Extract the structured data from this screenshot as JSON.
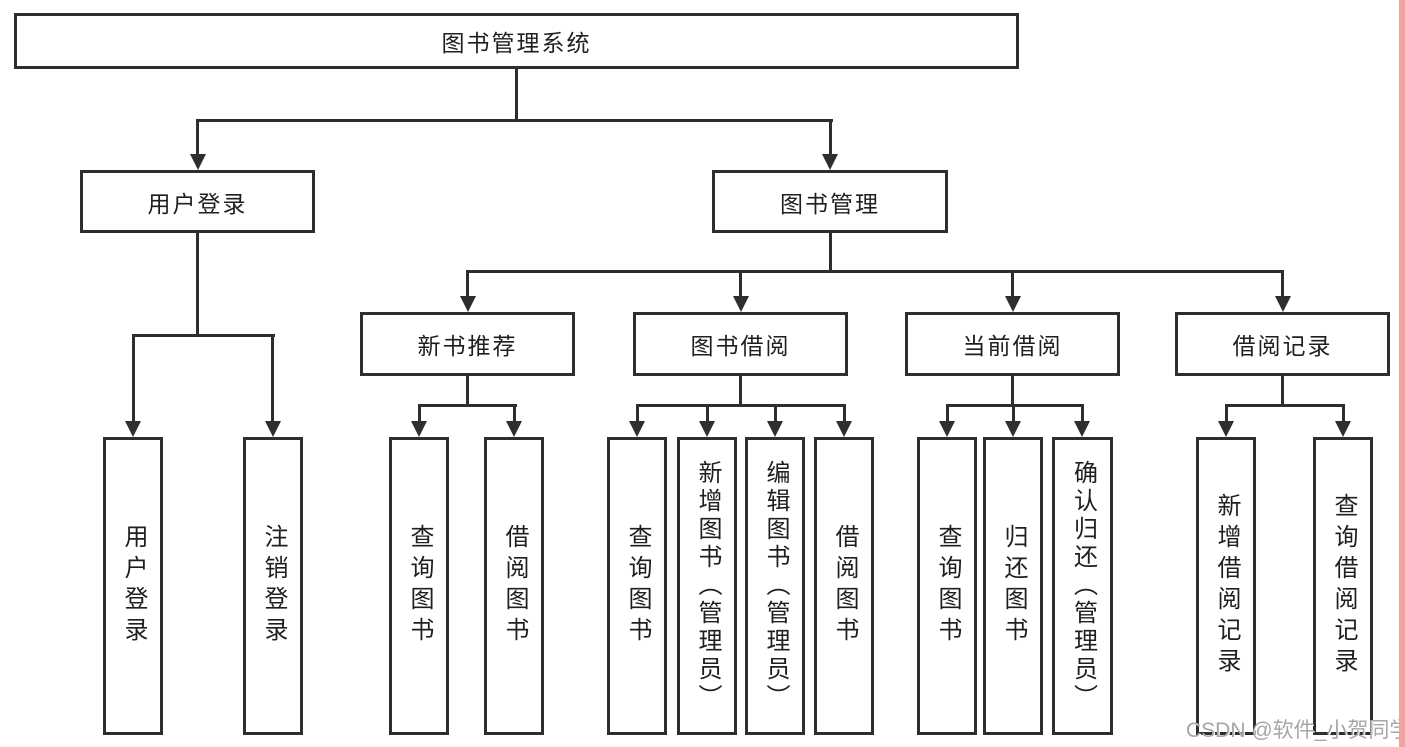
{
  "diagram": {
    "root": {
      "label": "图书管理系统"
    },
    "branches": [
      {
        "label": "用户登录",
        "children": [
          {
            "label": "用户登录"
          },
          {
            "label": "注销登录"
          }
        ]
      },
      {
        "label": "图书管理",
        "children": [
          {
            "label": "新书推荐",
            "children": [
              {
                "label": "查询图书"
              },
              {
                "label": "借阅图书"
              }
            ]
          },
          {
            "label": "图书借阅",
            "children": [
              {
                "label": "查询图书"
              },
              {
                "label": "新增图书（管理员）"
              },
              {
                "label": "编辑图书（管理员）"
              },
              {
                "label": "借阅图书"
              }
            ]
          },
          {
            "label": "当前借阅",
            "children": [
              {
                "label": "查询图书"
              },
              {
                "label": "归还图书"
              },
              {
                "label": "确认归还（管理员）"
              }
            ]
          },
          {
            "label": "借阅记录",
            "children": [
              {
                "label": "新增借阅记录"
              },
              {
                "label": "查询借阅记录"
              }
            ]
          }
        ]
      }
    ]
  },
  "watermark": {
    "text": "CSDN @软件_小贺同学"
  },
  "colors": {
    "line": "#2e2e2e",
    "text": "#1f1f1f",
    "background": "#ffffff",
    "watermark": "#a6a6a6",
    "right_edge_strip": "#eda3a3"
  }
}
